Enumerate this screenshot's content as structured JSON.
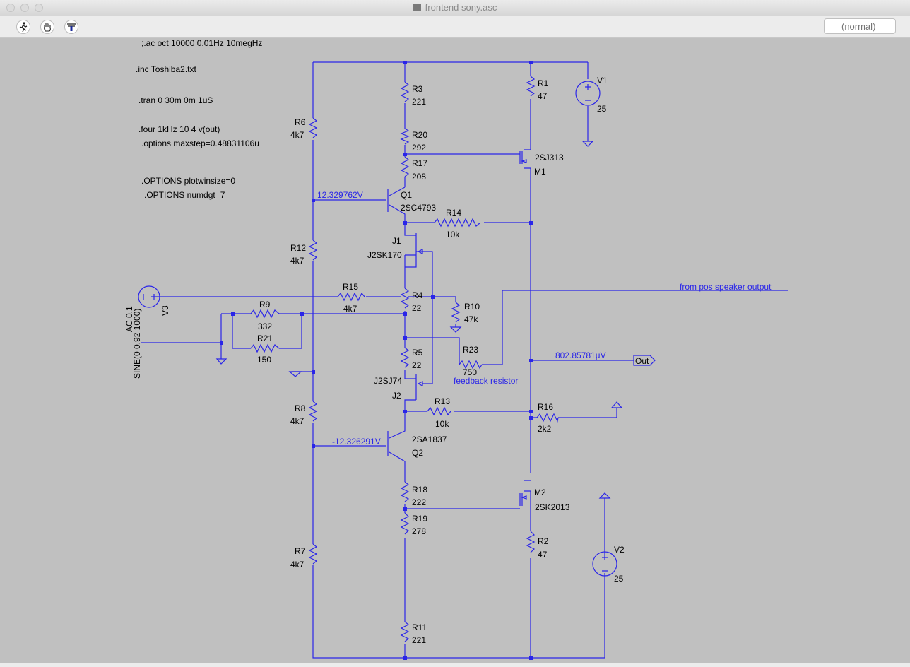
{
  "window": {
    "title": "frontend sony.asc"
  },
  "toolbar": {
    "run_icon": "run-icon",
    "pan_icon": "hand-icon",
    "probe_icon": "probe-icon",
    "search_placeholder": "(normal)"
  },
  "directives": {
    "ac": ";.ac oct 10000 0.01Hz 10megHz",
    "inc": ".inc Toshiba2.txt",
    "tran": ".tran 0 30m 0m 1uS",
    "four": ".four 1kHz 10 4 v(out)",
    "maxstep": ".options maxstep=0.48831106u",
    "plotwinsize": ".OPTIONS plotwinsize=0",
    "numdgt": ".OPTIONS numdgt=7"
  },
  "components": {
    "R1": {
      "name": "R1",
      "value": "47"
    },
    "R2": {
      "name": "R2",
      "value": "47"
    },
    "R3": {
      "name": "R3",
      "value": "221"
    },
    "R4": {
      "name": "R4",
      "value": "22"
    },
    "R5": {
      "name": "R5",
      "value": "22"
    },
    "R6": {
      "name": "R6",
      "value": "4k7"
    },
    "R7": {
      "name": "R7",
      "value": "4k7"
    },
    "R8": {
      "name": "R8",
      "value": "4k7"
    },
    "R9": {
      "name": "R9",
      "value": "332"
    },
    "R10": {
      "name": "R10",
      "value": "47k"
    },
    "R11": {
      "name": "R11",
      "value": "221"
    },
    "R12": {
      "name": "R12",
      "value": "4k7"
    },
    "R13": {
      "name": "R13",
      "value": "10k"
    },
    "R14": {
      "name": "R14",
      "value": "10k"
    },
    "R15": {
      "name": "R15",
      "value": "4k7"
    },
    "R16": {
      "name": "R16",
      "value": "2k2"
    },
    "R17": {
      "name": "R17",
      "value": "208"
    },
    "R18": {
      "name": "R18",
      "value": "222"
    },
    "R19": {
      "name": "R19",
      "value": "278"
    },
    "R20": {
      "name": "R20",
      "value": "292"
    },
    "R21": {
      "name": "R21",
      "value": "150"
    },
    "R23": {
      "name": "R23",
      "value": "750"
    },
    "V1": {
      "name": "V1",
      "value": "25"
    },
    "V2": {
      "name": "V2",
      "value": "25"
    },
    "V3": {
      "name": "V3",
      "ac": "AC 0.1",
      "sine": "SINE(0 0.92 1000)"
    },
    "Q1": {
      "name": "Q1",
      "model": "2SC4793"
    },
    "Q2": {
      "name": "Q2",
      "model": "2SA1837"
    },
    "J1": {
      "name": "J1",
      "model": "J2SK170"
    },
    "J2": {
      "name": "J2",
      "model": "J2SJ74"
    },
    "M1": {
      "name": "M1",
      "model": "2SJ313"
    },
    "M2": {
      "name": "M2",
      "model": "2SK2013"
    }
  },
  "annotations": {
    "v_q1_base": "12.329762V",
    "v_q2_base": "-12.326291V",
    "v_out": "802.85781µV",
    "speaker": "from pos speaker output",
    "feedback": "feedback resistor",
    "out_label": "Out"
  },
  "colors": {
    "wire": "#2a25e8",
    "canvas": "#c0c0c0",
    "text": "#000000"
  }
}
